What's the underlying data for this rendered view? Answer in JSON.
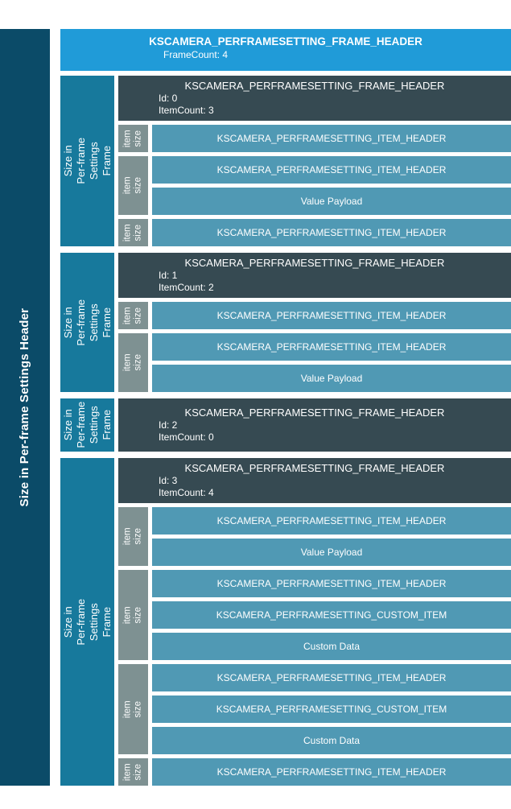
{
  "diagram": {
    "title_rail": "Size in Per-frame Settings Header",
    "top_header": {
      "title": "KSCAMERA_PERFRAMESETTING_FRAME_HEADER",
      "subtitle": "FrameCount: 4"
    }
  },
  "labels": {
    "frame_header": "KSCAMERA_PERFRAMESETTING_FRAME_HEADER",
    "item_header": "KSCAMERA_PERFRAMESETTING_ITEM_HEADER",
    "custom_item": "KSCAMERA_PERFRAMESETTING_CUSTOM_ITEM",
    "value_payload": "Value Payload",
    "custom_data": "Custom Data",
    "item_size": "item\nsize",
    "frame_rail": "Size in Per-frame\nSettings Frame",
    "frame_rail_narrow": "Size in\nPer-frame\nSettings\nFrame"
  },
  "frames": [
    {
      "id_label": "Id: 0",
      "itemcount_label": "ItemCount: 3",
      "items": [
        [
          "item_header"
        ],
        [
          "item_header",
          "value_payload"
        ],
        [
          "item_header"
        ]
      ]
    },
    {
      "id_label": "Id: 1",
      "itemcount_label": "ItemCount: 2",
      "items": [
        [
          "item_header"
        ],
        [
          "item_header",
          "value_payload"
        ]
      ]
    },
    {
      "id_label": "Id: 2",
      "itemcount_label": "ItemCount: 0",
      "items": []
    },
    {
      "id_label": "Id: 3",
      "itemcount_label": "ItemCount: 4",
      "items": [
        [
          "item_header",
          "value_payload"
        ],
        [
          "item_header",
          "custom_item",
          "custom_data"
        ],
        [
          "item_header",
          "custom_item",
          "custom_data"
        ],
        [
          "item_header"
        ]
      ]
    }
  ],
  "colors": {
    "header_blue": "#209bd8",
    "rail_navy": "#0b4b68",
    "frame_rail_teal": "#17799c",
    "frame_header_slate": "#364a52",
    "item_size_gray": "#7e9192",
    "item_row_teal": "#5099b4",
    "text": "#ffffff",
    "background": "#ffffff"
  }
}
